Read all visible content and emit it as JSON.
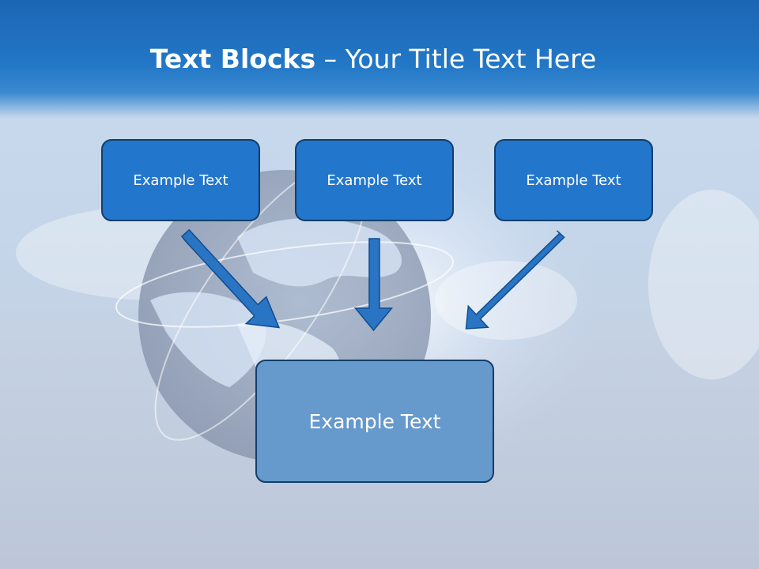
{
  "slide": {
    "title_bold": "Text Blocks",
    "title_separator": " – ",
    "title_rest": "Your Title Text Here"
  },
  "diagram": {
    "top_blocks": [
      {
        "label": "Example Text"
      },
      {
        "label": "Example Text"
      },
      {
        "label": "Example Text"
      }
    ],
    "bottom_block": {
      "label": "Example Text"
    },
    "arrow_color": "#2a74c4",
    "block_color": "#2276cc",
    "bottom_block_color": "#6699cc"
  }
}
